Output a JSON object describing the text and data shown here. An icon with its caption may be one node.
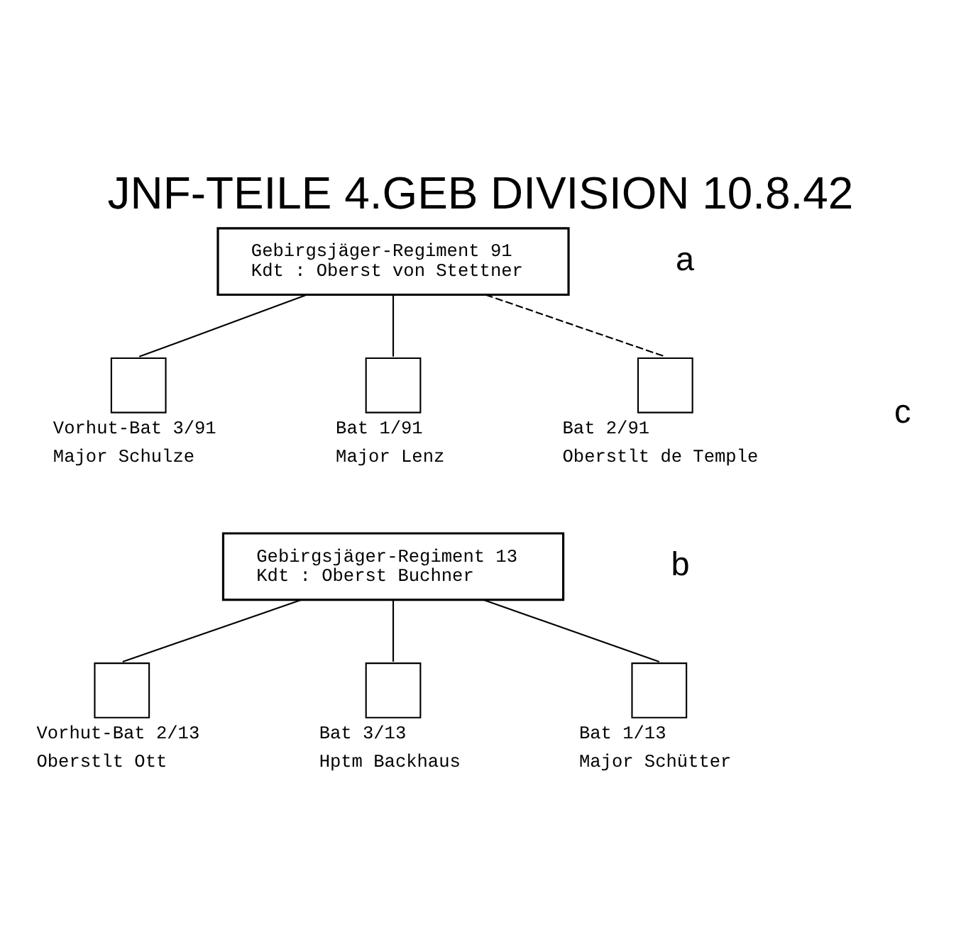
{
  "diagram": {
    "title": "JNF-TEILE 4.GEB DIVISION 10.8.42",
    "nodes": [
      {
        "text": [
          "Gebirgsjäger-Regiment 91",
          "Kdt : Oberst von Stettner"
        ]
      },
      {
        "text": [],
        "shape": "box",
        "beside": [
          "Vorhut-Bat 3/91",
          "Major Schulze"
        ]
      },
      {
        "text": [],
        "shape": "box",
        "beside": [
          "Bat 1/91",
          "Major Lenz"
        ]
      },
      {
        "text": [],
        "shape": "box",
        "beside": [
          "Bat 2/91",
          "Oberstlt de Temple"
        ]
      },
      {
        "text": [
          "Gebirgsjäger-Regiment 13",
          "Kdt : Oberst Buchner"
        ]
      },
      {
        "text": [],
        "shape": "box",
        "beside": [
          "Vorhut-Bat 2/13",
          "Oberstlt Ott"
        ]
      },
      {
        "text": [],
        "shape": "box",
        "beside": [
          "Bat 3/13",
          "Hptm Backhaus"
        ]
      },
      {
        "text": [],
        "shape": "box",
        "beside": [
          "Bat 1/13",
          "Major Schütter"
        ]
      }
    ],
    "edges": [
      {
        "from": 0,
        "to": 1,
        "arrow": "none"
      },
      {
        "from": 0,
        "to": 2,
        "arrow": "none"
      },
      {
        "from": 0,
        "to": 3,
        "arrow": "none",
        "style": "dashed"
      },
      {
        "from": 4,
        "to": 5,
        "arrow": "none"
      },
      {
        "from": 4,
        "to": 6,
        "arrow": "none"
      },
      {
        "from": 4,
        "to": 7,
        "arrow": "none"
      }
    ],
    "labels": [
      "a",
      "c",
      "b"
    ]
  }
}
